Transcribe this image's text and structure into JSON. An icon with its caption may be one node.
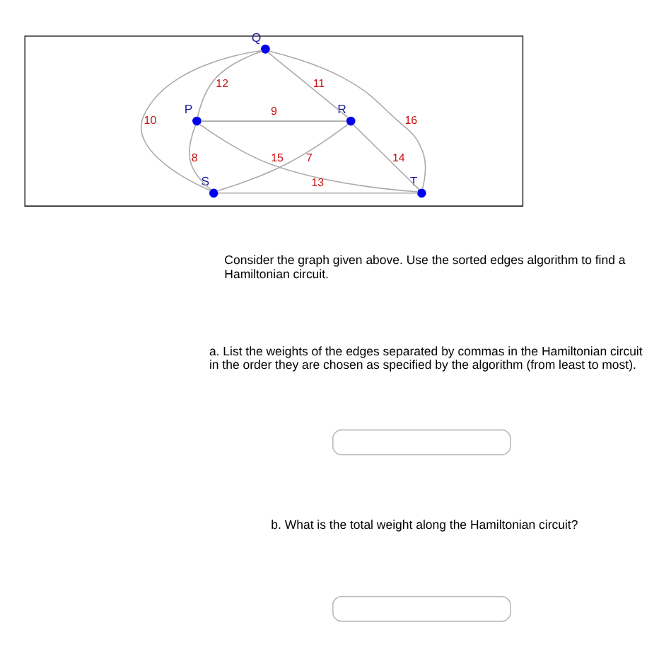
{
  "diagram": {
    "nodes": [
      {
        "text": [],
        "shape": "box"
      },
      {
        "text": [],
        "shape": "circle",
        "beside": [
          "Q"
        ],
        "in": 0
      },
      {
        "text": [],
        "shape": "circle",
        "beside": [
          "R"
        ],
        "in": 0
      },
      {
        "text": [],
        "shape": "circle",
        "beside": [
          "P"
        ],
        "in": 0
      },
      {
        "text": [],
        "shape": "circle",
        "beside": [
          "S"
        ],
        "in": 0
      },
      {
        "text": [],
        "shape": "circle",
        "beside": [
          "T"
        ],
        "in": 0
      },
      {
        "text": [],
        "shape": "box"
      },
      {
        "text": [],
        "shape": "box"
      }
    ],
    "edges": [
      {
        "from": 2,
        "to": 1,
        "arrow": "none",
        "label": "11"
      },
      {
        "from": 1,
        "to": 3,
        "arrow": "none",
        "label": "12"
      },
      {
        "from": 2,
        "to": 3,
        "arrow": "none",
        "label": "9"
      },
      {
        "from": 2,
        "to": 4,
        "arrow": "none",
        "label": "7"
      },
      {
        "from": 4,
        "to": 1,
        "arrow": "none",
        "label": "10"
      },
      {
        "from": 4,
        "to": 3,
        "arrow": "none",
        "label": "8"
      },
      {
        "from": 2,
        "to": 5,
        "arrow": "none",
        "label": "14"
      },
      {
        "from": 1,
        "to": 5,
        "arrow": "none",
        "label": "16"
      },
      {
        "from": 4,
        "to": 5,
        "arrow": "none",
        "label": "13"
      },
      {
        "from": 3,
        "to": 5,
        "arrow": "none",
        "label": "15"
      }
    ],
    "labels": [
      "Consider the graph given above. Use the sorted edges algorithm to find a Hamiltonian circuit.",
      "a. List the weights of the edges separated by commas in the Hamiltonian circuit in the order they are chosen as specified by the algorithm (from least to most).",
      "b. What is the total weight along the Hamiltonian circuit?"
    ]
  }
}
